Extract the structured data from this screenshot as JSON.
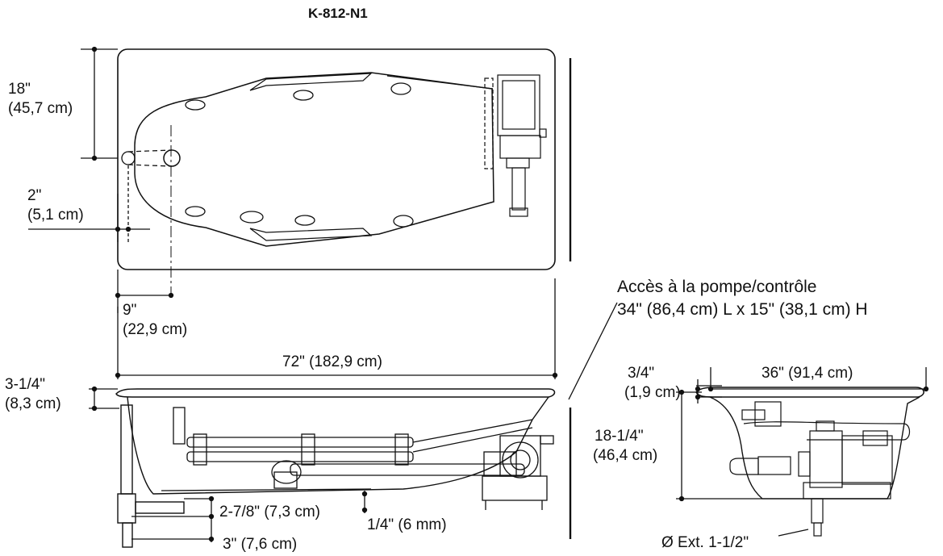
{
  "model": "K-812-N1",
  "plan": {
    "dim_width_in": "18\"",
    "dim_width_cm": "(45,7 cm)",
    "dim_drain_offset_in": "2\"",
    "dim_drain_offset_cm": "(5,1 cm)",
    "dim_drain_end_in": "9\"",
    "dim_drain_end_cm": "(22,9 cm)",
    "dim_length": "72\" (182,9 cm)"
  },
  "access": {
    "line1": "Accès à la pompe/contrôle",
    "line2": "34\" (86,4 cm) L x 15\" (38,1 cm) H"
  },
  "side": {
    "dim_rim_in": "3-1/4\"",
    "dim_rim_cm": "(8,3 cm)",
    "dim_drain_height": "2-7/8\" (7,3 cm)",
    "dim_bottom_gap": "1/4\" (6 mm)",
    "dim_drain_depth": "3\" (7,6 cm)"
  },
  "end": {
    "dim_lip_in": "3/4\"",
    "dim_lip_cm": "(1,9 cm)",
    "dim_width": "36\" (91,4 cm)",
    "dim_height_in": "18-1/4\"",
    "dim_height_cm": "(46,4 cm)",
    "drain_outlet": "Ø Ext. 1-1/2\""
  }
}
